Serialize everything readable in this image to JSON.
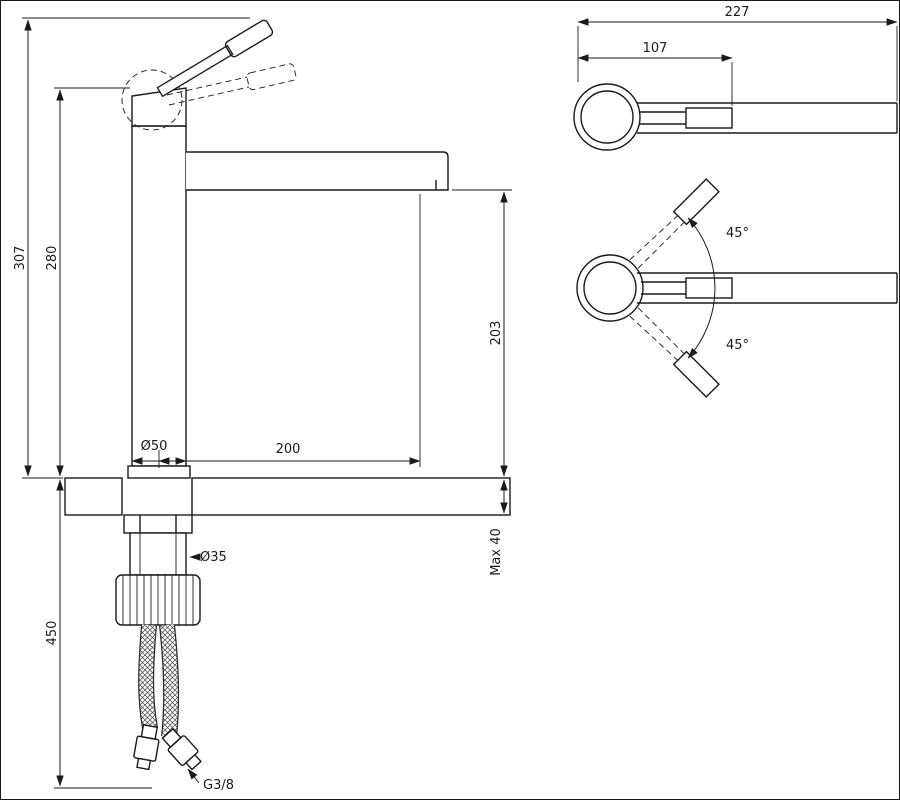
{
  "drawing": {
    "side_view": {
      "height_total": "307",
      "height_body": "280",
      "spout_height": "203",
      "spout_reach": "200",
      "base_diameter": "Ø50",
      "hole_diameter": "Ø35",
      "deck_thickness_max": "Max 40",
      "hose_length": "450",
      "connection_thread": "G3/8"
    },
    "top_view": {
      "overall_length": "227",
      "handle_reach": "107"
    },
    "swivel_view": {
      "swivel_angle_up": "45°",
      "swivel_angle_down": "45°"
    },
    "colors": {
      "line": "#1a1a1a",
      "background": "#ffffff"
    }
  }
}
